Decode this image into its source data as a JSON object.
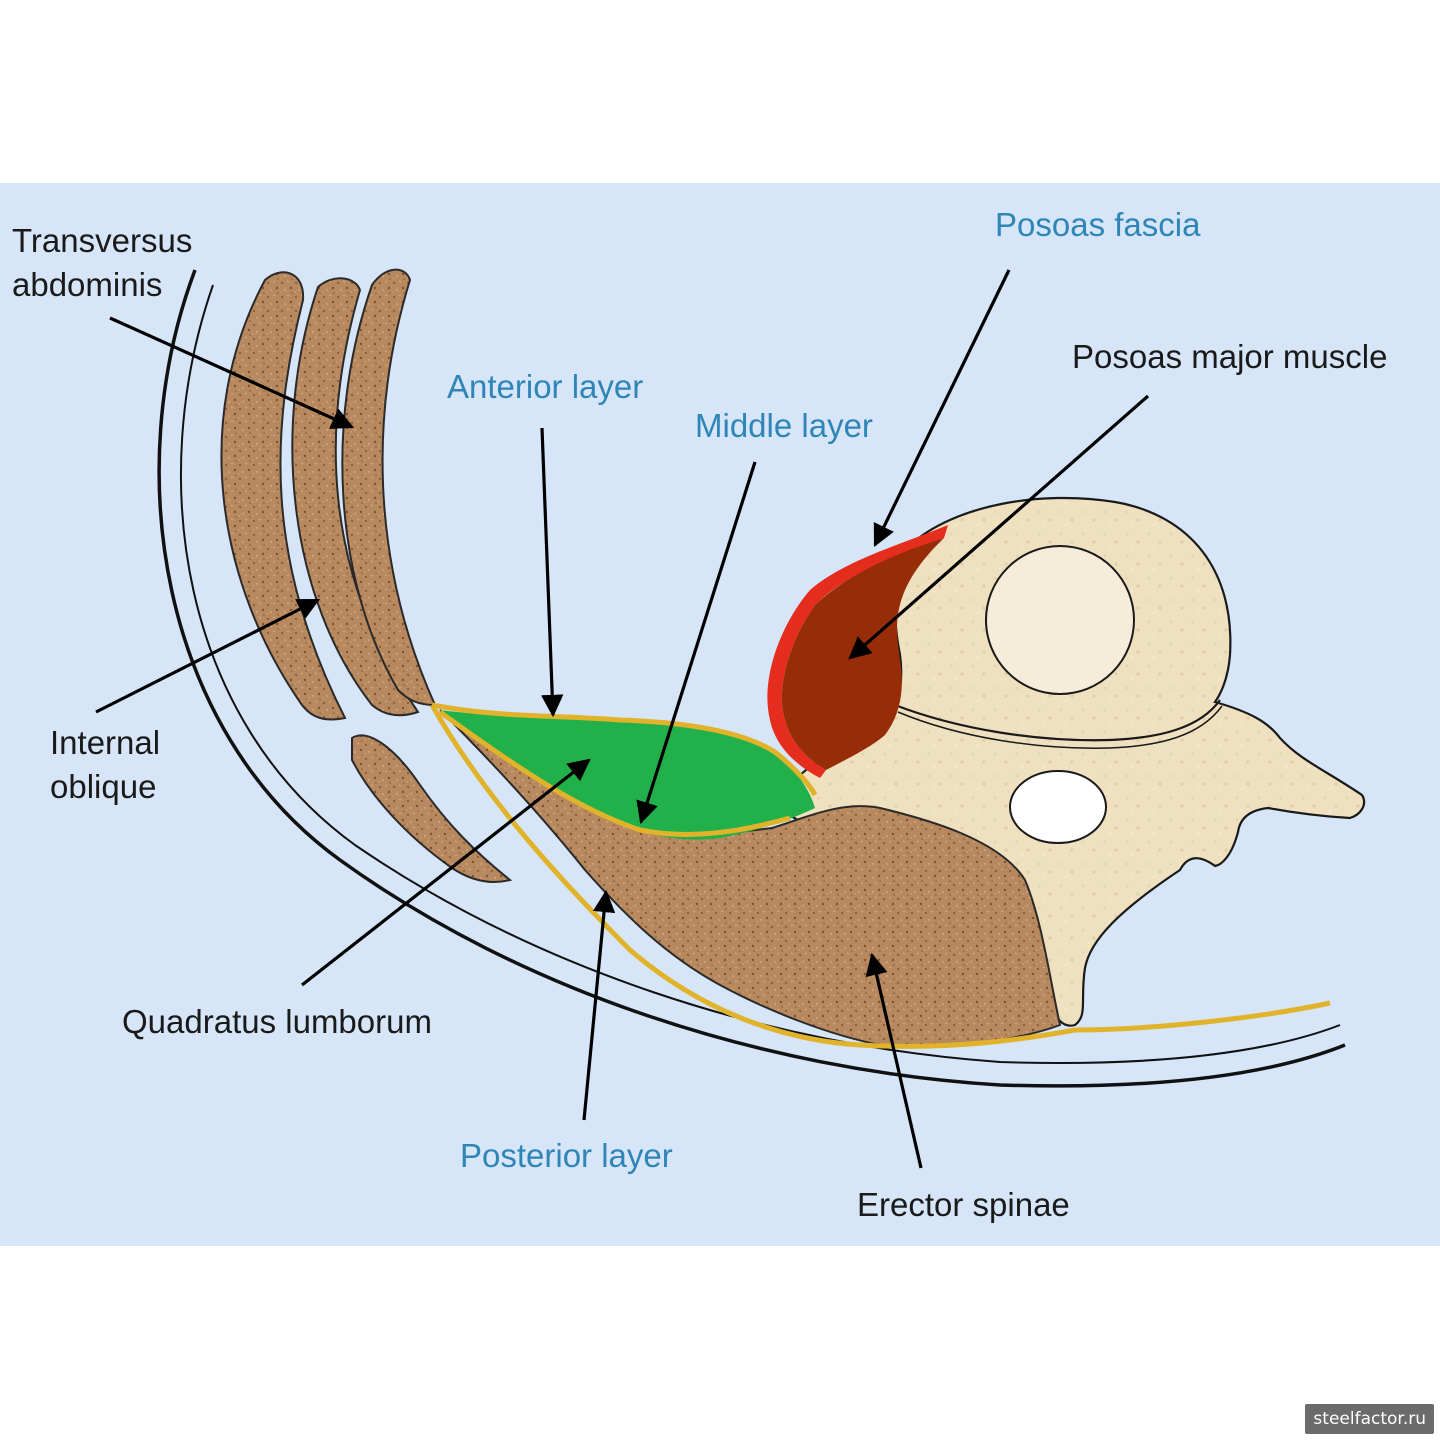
{
  "labels": {
    "transversus_line1": "Transversus",
    "transversus_line2": "abdominis",
    "internal_oblique_line1": "Internal",
    "internal_oblique_line2": "oblique",
    "quadratus_lumborum": "Quadratus lumborum",
    "anterior_layer": "Anterior layer",
    "middle_layer": "Middle layer",
    "posterior_layer": "Posterior layer",
    "psoas_fascia": "Posoas fascia",
    "psoas_major": "Posoas major muscle",
    "erector_spinae": "Erector spinae"
  },
  "colors": {
    "background": "#d6e6f8",
    "muscle": "#b8895f",
    "vertebra": "#efe0c0",
    "fascia_line": "#e0b32a",
    "anterior_compartment": "#22b04b",
    "psoas_muscle": "#962d08",
    "psoas_fascia": "#e52d1e",
    "label_blue": "#2f86b6",
    "label_black": "#1a1a1a"
  },
  "watermark": "steelfactor.ru"
}
